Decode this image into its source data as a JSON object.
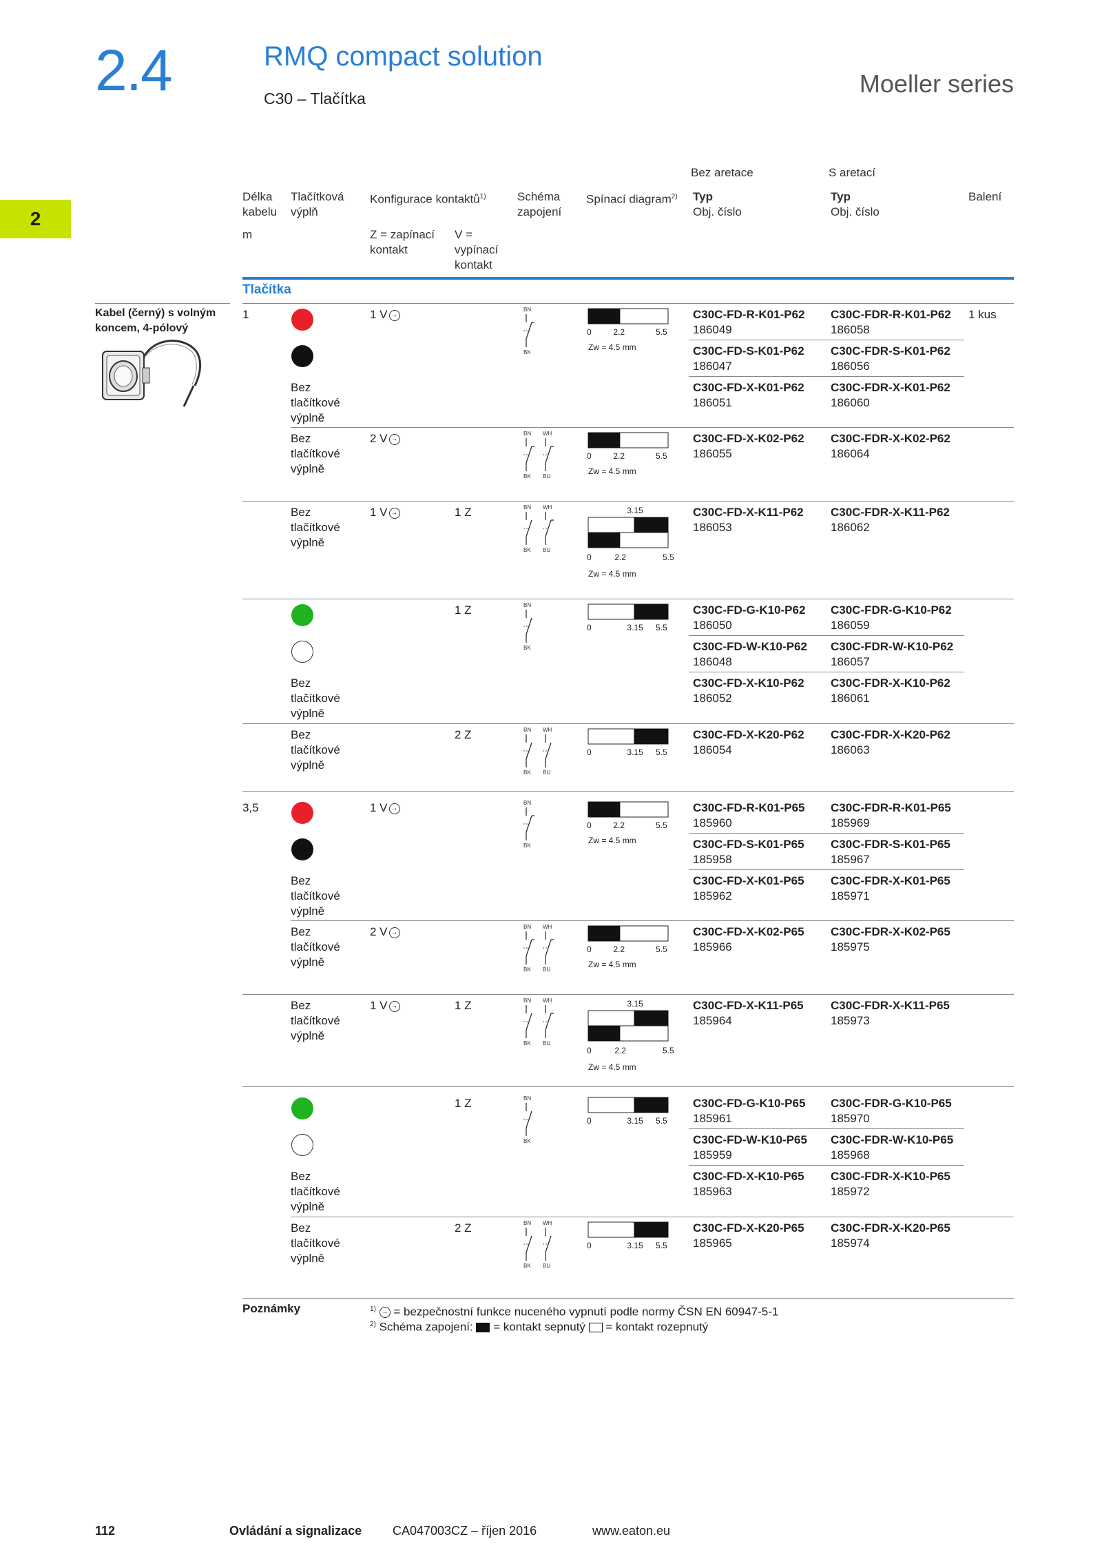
{
  "header": {
    "section_number": "2.4",
    "title": "RMQ compact solution",
    "subtitle": "C30 – Tlačítka",
    "series": "Moeller series",
    "chapter_tab": "2"
  },
  "table_header": {
    "bez_aretace": "Bez aretace",
    "s_aretaci": "S aretací",
    "delka": "Délka",
    "kabelu": "kabelu",
    "tlacitkova": "Tlačítková",
    "vypln": "výplň",
    "konfigurace": "Konfigurace kontaktů",
    "konfigurace_sup": "1)",
    "schema": "Schéma",
    "zapojeni": "zapojení",
    "spinaci": "Spínací diagram",
    "spinaci_sup": "2)",
    "typ": "Typ",
    "obj": "Obj. číslo",
    "typ2": "Typ",
    "obj2": "Obj. číslo",
    "baleni": "Balení",
    "unit": "m",
    "z_def1": "Z = zapínací",
    "z_def2": "kontakt",
    "v_def1": "V =",
    "v_def2": "vypínací",
    "v_def3": "kontakt"
  },
  "section_title": "Tlačítka",
  "side_label": "Kabel (černý) s volným koncem, 4-pólový",
  "fill_text": [
    "Bez",
    "tlačítkové",
    "výplně"
  ],
  "zw_text": "Zw = 4.5 mm",
  "rows": [
    {
      "len": "1",
      "fill": "red",
      "cfg_v": "1 V",
      "cfg_z": "",
      "code1": "C30C-FD-R-K01-P62",
      "num1": "186049",
      "code2": "C30C-FDR-R-K01-P62",
      "num2": "186058",
      "pack": "1 kus"
    },
    {
      "len": "",
      "fill": "black",
      "cfg_v": "",
      "cfg_z": "",
      "code1": "C30C-FD-S-K01-P62",
      "num1": "186047",
      "code2": "C30C-FDR-S-K01-P62",
      "num2": "186056",
      "pack": ""
    },
    {
      "len": "",
      "fill": "none",
      "cfg_v": "",
      "cfg_z": "",
      "code1": "C30C-FD-X-K01-P62",
      "num1": "186051",
      "code2": "C30C-FDR-X-K01-P62",
      "num2": "186060",
      "pack": ""
    },
    {
      "len": "",
      "fill": "none",
      "cfg_v": "2 V",
      "cfg_z": "",
      "code1": "C30C-FD-X-K02-P62",
      "num1": "186055",
      "code2": "C30C-FDR-X-K02-P62",
      "num2": "186064",
      "pack": ""
    },
    {
      "len": "",
      "fill": "none",
      "cfg_v": "1 V",
      "cfg_z": "1 Z",
      "code1": "C30C-FD-X-K11-P62",
      "num1": "186053",
      "code2": "C30C-FDR-X-K11-P62",
      "num2": "186062",
      "pack": ""
    },
    {
      "len": "",
      "fill": "green",
      "cfg_v": "",
      "cfg_z": "1 Z",
      "code1": "C30C-FD-G-K10-P62",
      "num1": "186050",
      "code2": "C30C-FDR-G-K10-P62",
      "num2": "186059",
      "pack": ""
    },
    {
      "len": "",
      "fill": "white",
      "cfg_v": "",
      "cfg_z": "",
      "code1": "C30C-FD-W-K10-P62",
      "num1": "186048",
      "code2": "C30C-FDR-W-K10-P62",
      "num2": "186057",
      "pack": ""
    },
    {
      "len": "",
      "fill": "none",
      "cfg_v": "",
      "cfg_z": "",
      "code1": "C30C-FD-X-K10-P62",
      "num1": "186052",
      "code2": "C30C-FDR-X-K10-P62",
      "num2": "186061",
      "pack": ""
    },
    {
      "len": "",
      "fill": "none",
      "cfg_v": "",
      "cfg_z": "2 Z",
      "code1": "C30C-FD-X-K20-P62",
      "num1": "186054",
      "code2": "C30C-FDR-X-K20-P62",
      "num2": "186063",
      "pack": ""
    },
    {
      "len": "3,5",
      "fill": "red",
      "cfg_v": "1 V",
      "cfg_z": "",
      "code1": "C30C-FD-R-K01-P65",
      "num1": "185960",
      "code2": "C30C-FDR-R-K01-P65",
      "num2": "185969",
      "pack": ""
    },
    {
      "len": "",
      "fill": "black",
      "cfg_v": "",
      "cfg_z": "",
      "code1": "C30C-FD-S-K01-P65",
      "num1": "185958",
      "code2": "C30C-FDR-S-K01-P65",
      "num2": "185967",
      "pack": ""
    },
    {
      "len": "",
      "fill": "none",
      "cfg_v": "",
      "cfg_z": "",
      "code1": "C30C-FD-X-K01-P65",
      "num1": "185962",
      "code2": "C30C-FDR-X-K01-P65",
      "num2": "185971",
      "pack": ""
    },
    {
      "len": "",
      "fill": "none",
      "cfg_v": "2 V",
      "cfg_z": "",
      "code1": "C30C-FD-X-K02-P65",
      "num1": "185966",
      "code2": "C30C-FDR-X-K02-P65",
      "num2": "185975",
      "pack": ""
    },
    {
      "len": "",
      "fill": "none",
      "cfg_v": "1 V",
      "cfg_z": "1 Z",
      "code1": "C30C-FD-X-K11-P65",
      "num1": "185964",
      "code2": "C30C-FDR-X-K11-P65",
      "num2": "185973",
      "pack": ""
    },
    {
      "len": "",
      "fill": "green",
      "cfg_v": "",
      "cfg_z": "1 Z",
      "code1": "C30C-FD-G-K10-P65",
      "num1": "185961",
      "code2": "C30C-FDR-G-K10-P65",
      "num2": "185970",
      "pack": ""
    },
    {
      "len": "",
      "fill": "white",
      "cfg_v": "",
      "cfg_z": "",
      "code1": "C30C-FD-W-K10-P65",
      "num1": "185959",
      "code2": "C30C-FDR-W-K10-P65",
      "num2": "185968",
      "pack": ""
    },
    {
      "len": "",
      "fill": "none",
      "cfg_v": "",
      "cfg_z": "",
      "code1": "C30C-FD-X-K10-P65",
      "num1": "185963",
      "code2": "C30C-FDR-X-K10-P65",
      "num2": "185972",
      "pack": ""
    },
    {
      "len": "",
      "fill": "none",
      "cfg_v": "",
      "cfg_z": "2 Z",
      "code1": "C30C-FD-X-K20-P65",
      "num1": "185965",
      "code2": "C30C-FDR-X-K20-P65",
      "num2": "185974",
      "pack": ""
    }
  ],
  "diagrams": [
    {
      "type": "nc",
      "ticks": [
        "0",
        "2.2",
        "5.5"
      ],
      "zw": true,
      "wires": [
        "BN",
        "BK"
      ]
    },
    {
      "type": "nc2",
      "ticks": [
        "0",
        "2.2",
        "5.5"
      ],
      "zw": true,
      "wires": [
        "BN",
        "WH",
        "BK",
        "BU"
      ]
    },
    {
      "type": "ncno",
      "ticks": [
        "0",
        "2.2",
        "5.5"
      ],
      "top_tick": "3.15",
      "zw": true,
      "wires": [
        "BN",
        "WH",
        "BK",
        "BU"
      ]
    },
    {
      "type": "no",
      "ticks": [
        "0",
        "3.15",
        "5.5"
      ],
      "zw": false,
      "wires": [
        "BN",
        "BK"
      ]
    },
    {
      "type": "no2",
      "ticks": [
        "0",
        "3.15",
        "5.5"
      ],
      "zw": false,
      "wires": [
        "BN",
        "WH",
        "BK",
        "BU"
      ]
    },
    {
      "type": "nc",
      "ticks": [
        "0",
        "2.2",
        "5.5"
      ],
      "zw": true,
      "wires": [
        "BN",
        "BK"
      ]
    },
    {
      "type": "nc2",
      "ticks": [
        "0",
        "2.2",
        "5.5"
      ],
      "zw": true,
      "wires": [
        "BN",
        "WH",
        "BK",
        "BU"
      ]
    },
    {
      "type": "ncno",
      "ticks": [
        "0",
        "2.2",
        "5.5"
      ],
      "top_tick": "3.15",
      "zw": true,
      "wires": [
        "BN",
        "WH",
        "BK",
        "BU"
      ]
    },
    {
      "type": "no",
      "ticks": [
        "0",
        "3.15",
        "5.5"
      ],
      "zw": false,
      "wires": [
        "BN",
        "BK"
      ]
    },
    {
      "type": "no2",
      "ticks": [
        "0",
        "3.15",
        "5.5"
      ],
      "zw": false,
      "wires": [
        "BN",
        "WH",
        "BK",
        "BU"
      ]
    }
  ],
  "notes": {
    "label": "Poznámky",
    "n1_sup": "1)",
    "n1": "= bezpečnostní funkce nuceného vypnutí podle normy ČSN EN 60947-5-1",
    "n2_sup": "2)",
    "n2a": "Schéma zapojení:",
    "n2b": "= kontakt sepnutý",
    "n2c": "= kontakt rozepnutý"
  },
  "footer": {
    "page": "112",
    "section": "Ovládání a signalizace",
    "doc": "CA047003CZ – říjen 2016",
    "url": "www.eaton.eu"
  },
  "colors": {
    "accent": "#2a7fd4",
    "tab": "#c6e300",
    "red": "#e8202a",
    "green": "#1fb41f",
    "black": "#111111"
  }
}
